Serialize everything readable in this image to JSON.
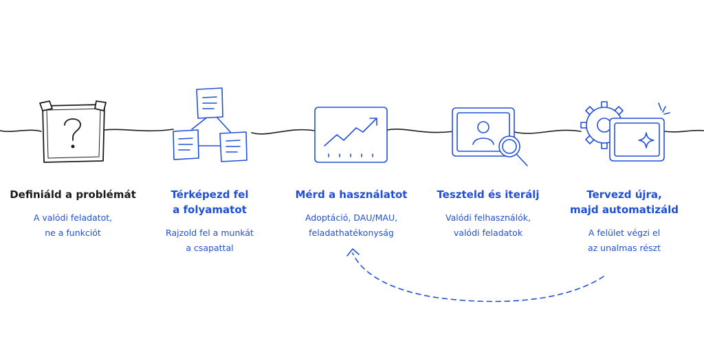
{
  "colors": {
    "accent": "#1f4fd6",
    "ink": "#1a1a1a",
    "background": "#ffffff"
  },
  "steps": [
    {
      "title": "Definiáld a problémát",
      "description": "A valódi feladatot,\nne a funkciót",
      "icon": "question-box-icon"
    },
    {
      "title": "Térképezd fel\na folyamatot",
      "description": "Rajzold fel a munkát\na csapattal",
      "icon": "process-map-icon"
    },
    {
      "title": "Mérd a használatot",
      "description": "Adoptáció, DAU/MAU,\nfeladathatékonyság",
      "icon": "trend-chart-icon"
    },
    {
      "title": "Teszteld és iterálj",
      "description": "Valódi felhasználók,\nvalódi feladatok",
      "icon": "user-search-icon"
    },
    {
      "title": "Tervezd újra,\nmajd automatizáld",
      "description": "A felület végzi el\naz unalmas részt",
      "icon": "gear-automation-icon"
    }
  ],
  "loop_arrow": {
    "from_step": 5,
    "to_step": 3,
    "style": "dashed"
  }
}
